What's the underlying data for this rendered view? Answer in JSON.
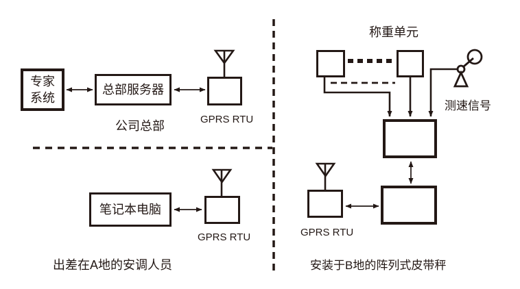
{
  "colors": {
    "line": "#231815",
    "background": "#ffffff"
  },
  "hq": {
    "expert_system": "专家\n系统",
    "server": "总部服务器",
    "caption": "公司总部",
    "gprs_rtu": "GPRS RTU"
  },
  "site_a": {
    "laptop": "笔记本电脑",
    "gprs_rtu": "GPRS RTU",
    "caption": "出差在A地的安调人员"
  },
  "site_b": {
    "weighing_unit": "称重单元",
    "speed_signal": "测速信号",
    "gprs_rtu": "GPRS RTU",
    "caption": "安装于B地的阵列式皮带秤"
  },
  "icons": {
    "antenna": "antenna-icon",
    "speed_sensor": "speed-sensor-icon"
  }
}
